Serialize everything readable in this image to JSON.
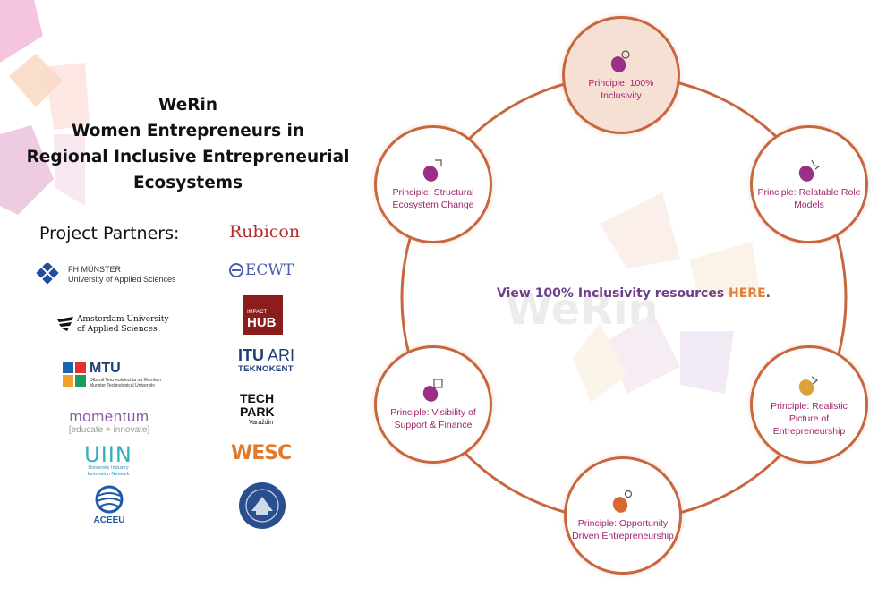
{
  "header": {
    "title_lines": [
      "WeRin",
      "Women Entrepreneurs in",
      "Regional Inclusive Entrepreneurial",
      "Ecosystems"
    ]
  },
  "partners": {
    "label": "Project Partners:",
    "left_logos": [
      {
        "name": "fh-muenster-logo",
        "line1": "FH MÜNSTER",
        "line2": "University of Applied Sciences"
      },
      {
        "name": "amsterdam-university-logo",
        "line1": "Amsterdam University",
        "line2": "of Applied Sciences"
      },
      {
        "name": "mtu-logo",
        "line1": "MTU",
        "line2": "Ollscoil Teicneolaíochta na Mumhan",
        "line3": "Munster Technological University"
      },
      {
        "name": "momentum-logo",
        "line1": "momentum",
        "line2": "[educate + innovate]"
      },
      {
        "name": "uiin-logo",
        "line1": "UIIN",
        "line2": "University Industry",
        "line3": "Innovation Network"
      },
      {
        "name": "aceeu-logo",
        "line1": "ACEEU"
      }
    ],
    "right_logos": [
      {
        "name": "rubicon-logo",
        "line1": "Rubicon"
      },
      {
        "name": "ecwt-logo",
        "line1": "ECWT"
      },
      {
        "name": "impact-hub-logo",
        "line1": "IMPACT",
        "line2": "HUB"
      },
      {
        "name": "itu-ari-teknokent-logo",
        "line1": "ITU",
        "line1b": "ARI",
        "line2": "TEKNOKENT"
      },
      {
        "name": "tech-park-varazdin-logo",
        "line1": "TECH",
        "line2": "PARK",
        "line3": "Varaždin"
      },
      {
        "name": "wesc-logo",
        "line1": "WESC"
      },
      {
        "name": "university-seal-logo",
        "line1": "university seal"
      }
    ]
  },
  "diagram": {
    "watermark": "WeRin",
    "center_text": "View 100% Inclusivity resources",
    "center_link": "HERE",
    "center_suffix": ".",
    "nodes": [
      {
        "label": "Principle: 100% Inclusivity",
        "icon": "person-icon",
        "active": true
      },
      {
        "label": "Principle: Relatable Role Models",
        "icon": "person-icon"
      },
      {
        "label": "Principle: Realistic Picture of Entrepreneurship",
        "icon": "person-icon"
      },
      {
        "label": "Principle: Opportunity Driven Entrepreneurship",
        "icon": "person-icon"
      },
      {
        "label": "Principle: Visibility of Support & Finance",
        "icon": "person-icon"
      },
      {
        "label": "Principle: Structural Ecosystem Change",
        "icon": "person-icon"
      }
    ]
  },
  "colors": {
    "node_border": "#c8673e",
    "node_text": "#a0246b",
    "active_fill": "#f6e0d4",
    "center_text": "#6d3f8a",
    "center_link": "#e0803a"
  }
}
